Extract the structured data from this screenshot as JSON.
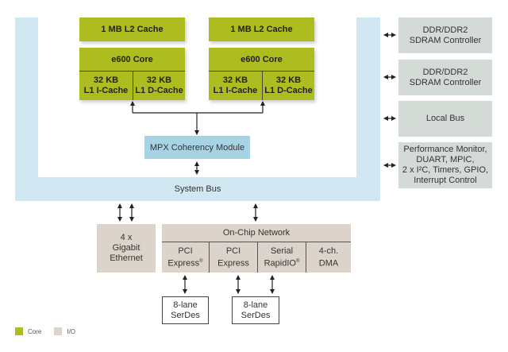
{
  "colors": {
    "core": "#adbc1f",
    "io": "#dcd4cb",
    "bus": "#d1e7f1",
    "coherency": "#a7d4e4",
    "controller": "#d4dad6"
  },
  "cores": [
    {
      "l2": "1 MB L2 Cache",
      "core": "e600 Core",
      "l1i": [
        "32 KB",
        "L1 I-Cache"
      ],
      "l1d": [
        "32 KB",
        "L1 D-Cache"
      ]
    },
    {
      "l2": "1 MB L2 Cache",
      "core": "e600 Core",
      "l1i": [
        "32 KB",
        "L1 I-Cache"
      ],
      "l1d": [
        "32 KB",
        "L1 D-Cache"
      ]
    }
  ],
  "coherency_module": "MPX Coherency Module",
  "system_bus": "System Bus",
  "peripherals": [
    {
      "lines": [
        "DDR/DDR2",
        "SDRAM Controller"
      ]
    },
    {
      "lines": [
        "DDR/DDR2",
        "SDRAM Controller"
      ]
    },
    {
      "lines": [
        "Local Bus"
      ]
    },
    {
      "lines": [
        "Performance Monitor,",
        "DUART, MPIC,",
        "2 x I²C, Timers, GPIO,",
        "Interrupt Control"
      ]
    }
  ],
  "ethernet": [
    "4 x",
    "Gigabit",
    "Ethernet"
  ],
  "on_chip_network": {
    "title": "On-Chip Network",
    "blocks": [
      {
        "line1": "PCI",
        "line2": "Express",
        "reg": "®"
      },
      {
        "line1": "PCI",
        "line2": "Express",
        "reg": ""
      },
      {
        "line1": "Serial",
        "line2": "RapidIO",
        "reg": "®"
      },
      {
        "line1": "4-ch.",
        "line2": "DMA",
        "reg": ""
      }
    ]
  },
  "serdes": [
    [
      "8-lane",
      "SerDes"
    ],
    [
      "8-lane",
      "SerDes"
    ]
  ],
  "legend": [
    {
      "label": "Core",
      "color": "#adbc1f"
    },
    {
      "label": "I/O",
      "color": "#dcd4cb"
    }
  ]
}
